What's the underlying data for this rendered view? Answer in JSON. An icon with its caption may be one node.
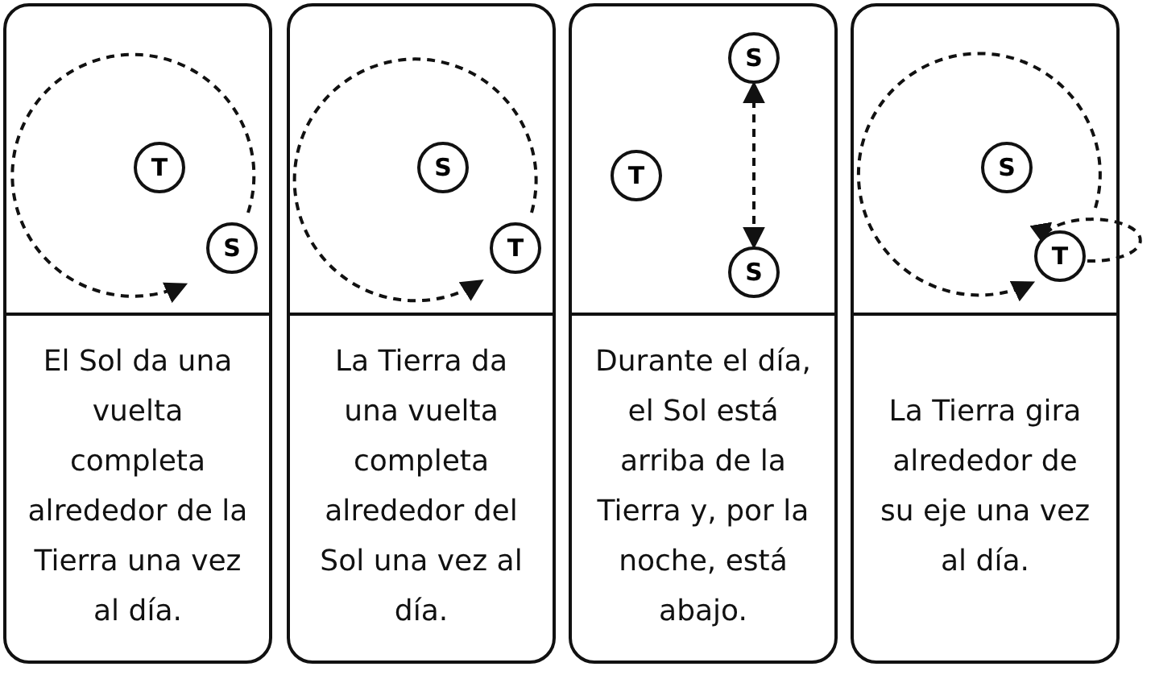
{
  "diagram": {
    "nodes": [
      {
        "text": [
          "El Sol da una vuelta completa alrededor de la Tierra una vez al día."
        ]
      },
      {
        "text": [
          "T"
        ],
        "in": 0
      },
      {
        "text": [
          "S"
        ],
        "in": 0
      },
      {
        "text": [
          "La Tierra da una vuelta completa alrededor del Sol una vez al día."
        ]
      },
      {
        "text": [
          "S"
        ],
        "in": 3
      },
      {
        "text": [
          "T"
        ],
        "in": 3
      },
      {
        "text": [
          "Durante el día, el Sol está arriba de la Tierra y, por la noche, está abajo."
        ]
      },
      {
        "text": [
          "S"
        ],
        "in": 6
      },
      {
        "text": [
          "T"
        ],
        "in": 6
      },
      {
        "text": [
          "S"
        ],
        "in": 6
      },
      {
        "text": [
          "La Tierra gira alrededor de su eje una vez al día."
        ]
      },
      {
        "text": [
          "S"
        ],
        "in": 10
      },
      {
        "text": [
          "T"
        ],
        "in": 10
      }
    ],
    "edges": [
      {
        "from": 7,
        "to": 9,
        "arrow": "both",
        "style": "dashed"
      },
      {
        "from": 12,
        "to": 12,
        "arrow": "to",
        "style": "dashed"
      }
    ]
  }
}
